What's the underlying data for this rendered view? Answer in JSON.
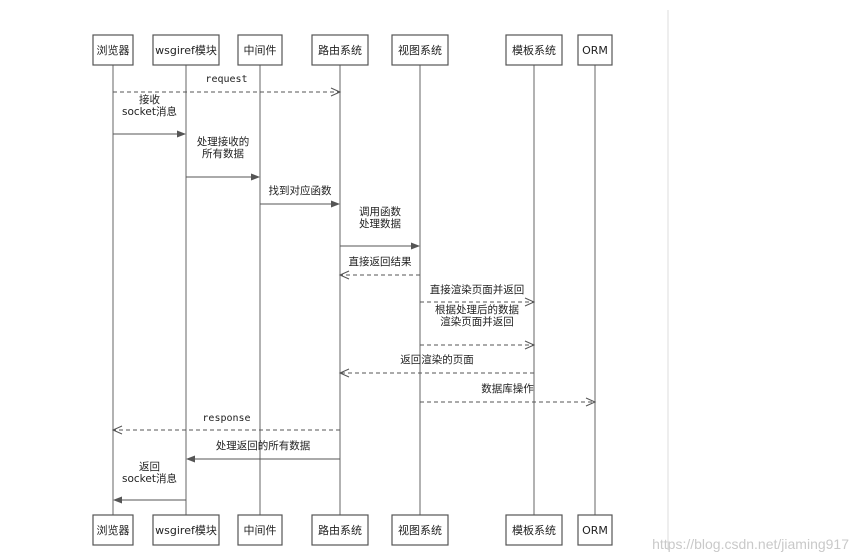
{
  "participants": [
    {
      "id": "browser",
      "label": "浏览器"
    },
    {
      "id": "wsgiref",
      "label": "wsgiref模块"
    },
    {
      "id": "middleware",
      "label": "中间件"
    },
    {
      "id": "router",
      "label": "路由系统"
    },
    {
      "id": "view",
      "label": "视图系统"
    },
    {
      "id": "template",
      "label": "模板系统"
    },
    {
      "id": "orm",
      "label": "ORM"
    }
  ],
  "messages": [
    {
      "from": "browser",
      "to": "router",
      "style": "dashed",
      "label": [
        "request"
      ],
      "mono": true
    },
    {
      "from": "browser",
      "to": "wsgiref",
      "style": "solid",
      "label": [
        "接收",
        "socket消息"
      ]
    },
    {
      "from": "wsgiref",
      "to": "middleware",
      "style": "solid",
      "label": [
        "处理接收的",
        "所有数据"
      ]
    },
    {
      "from": "middleware",
      "to": "router",
      "style": "solid",
      "label": [
        "找到对应函数"
      ]
    },
    {
      "from": "router",
      "to": "view",
      "style": "solid",
      "label": [
        "调用函数",
        "处理数据"
      ]
    },
    {
      "from": "view",
      "to": "router",
      "style": "dashed",
      "label": [
        "直接返回结果"
      ]
    },
    {
      "from": "view",
      "to": "template",
      "style": "dashed",
      "label": [
        "直接渲染页面并返回"
      ]
    },
    {
      "from": "view",
      "to": "template",
      "style": "dashed",
      "label": [
        "根据处理后的数据",
        "渲染页面并返回"
      ]
    },
    {
      "from": "template",
      "to": "router",
      "style": "dashed",
      "label": [
        "返回渲染的页面"
      ]
    },
    {
      "from": "view",
      "to": "orm",
      "style": "dashed",
      "label": [
        "数据库操作"
      ]
    },
    {
      "from": "router",
      "to": "browser",
      "style": "dashed",
      "label": [
        "response"
      ],
      "mono": true
    },
    {
      "from": "router",
      "to": "wsgiref",
      "style": "solid",
      "label": [
        "处理返回的所有数据"
      ]
    },
    {
      "from": "wsgiref",
      "to": "browser",
      "style": "solid",
      "label": [
        "返回",
        "socket消息"
      ]
    }
  ],
  "watermark": "https://blog.csdn.net/jiaming917"
}
